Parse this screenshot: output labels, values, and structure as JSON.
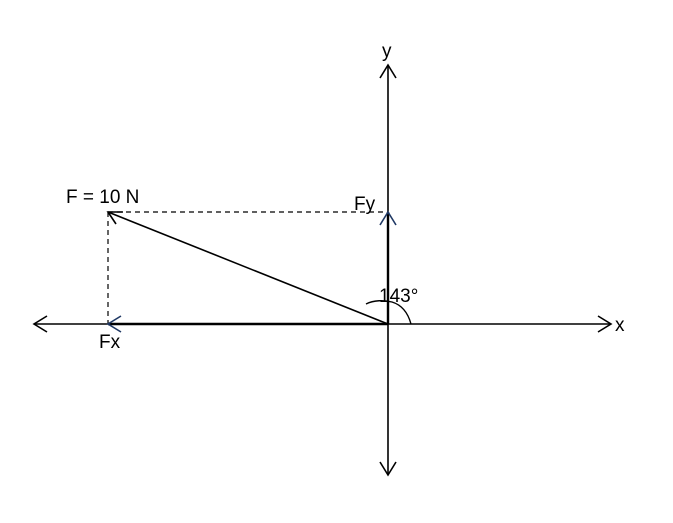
{
  "labels": {
    "x_axis": "x",
    "y_axis": "y",
    "force": "F = 10 N",
    "fx": "Fx",
    "fy": "Fy",
    "angle": "143°"
  },
  "colors": {
    "axis": "#000000",
    "force_vector": "#000000",
    "component_arrowhead": "#1f3864",
    "dashed_projection": "#000000"
  },
  "values": {
    "force_magnitude_newtons": 10,
    "angle_degrees": 143
  }
}
